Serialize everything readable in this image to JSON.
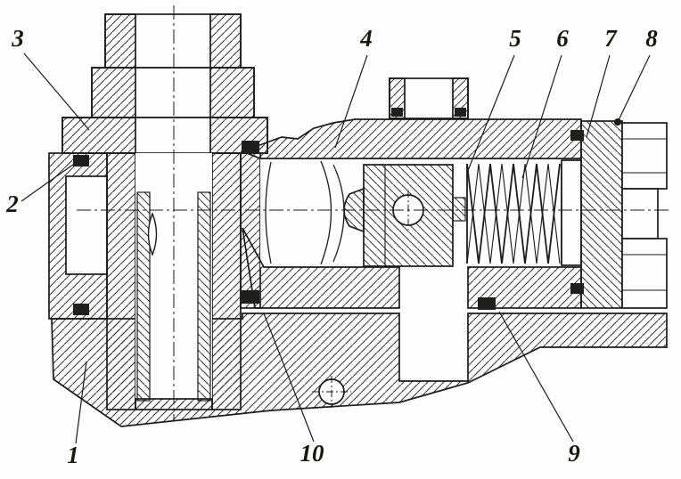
{
  "drawing": {
    "paper_color": "#fdfdfb",
    "ink_color": "#1b1b18",
    "callouts": [
      {
        "label": "1"
      },
      {
        "label": "2"
      },
      {
        "label": "3"
      },
      {
        "label": "4"
      },
      {
        "label": "5"
      },
      {
        "label": "6"
      },
      {
        "label": "7"
      },
      {
        "label": "8"
      },
      {
        "label": "9"
      },
      {
        "label": "10"
      }
    ]
  }
}
